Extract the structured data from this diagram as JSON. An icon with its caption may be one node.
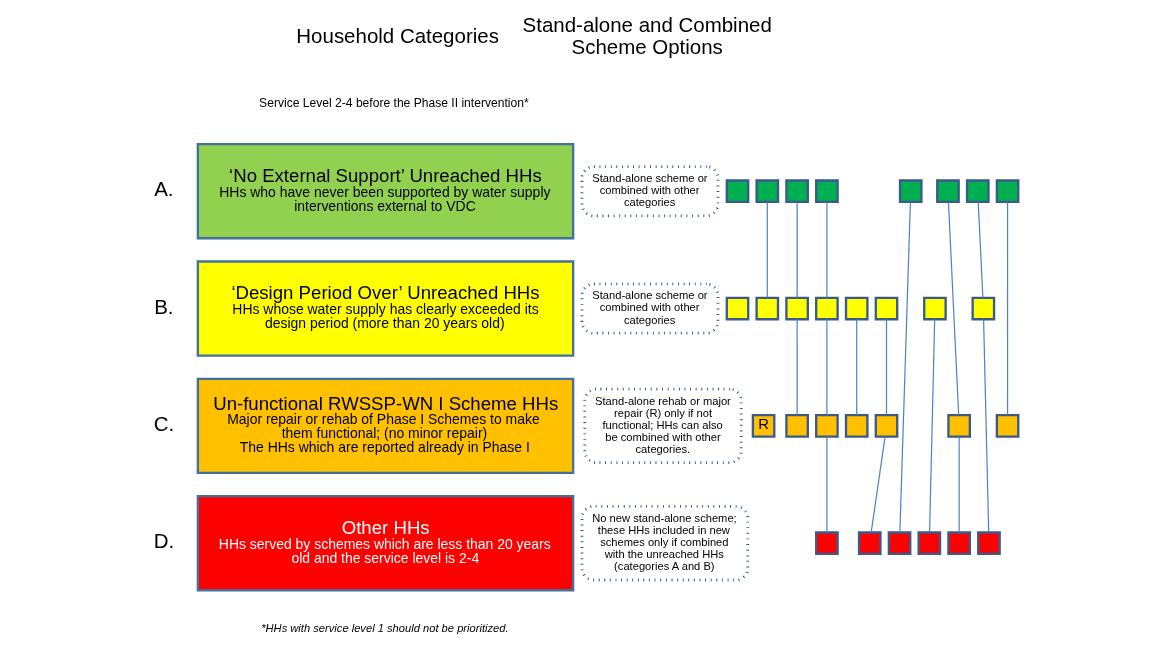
{
  "diagram": {
    "nodes": [
      {
        "text": [
          "‘No External Support’ Unreached HHs",
          "HHs who have never been supported by water supply interventions external to VDC"
        ],
        "beside": [
          "A."
        ]
      },
      {
        "text": [
          "‘Design Period Over’ Unreached HHs",
          "HHs whose water supply has clearly exceeded its design period (more than 20 years old)"
        ],
        "beside": [
          "B."
        ]
      },
      {
        "text": [
          "Un-functional RWSSP-WN I Scheme HHs",
          "Major repair or rehab of Phase I Schemes to make them functional; (no minor repair)",
          "The HHs which are reported already in Phase I"
        ],
        "beside": [
          "C."
        ]
      },
      {
        "text": [
          "Other HHs",
          "HHs served by schemes which are less than 20 years old and the service level is 2-4"
        ],
        "beside": [
          "D."
        ]
      },
      {
        "text": [
          "Stand-alone scheme or combined with other categories"
        ]
      },
      {
        "text": [
          "Stand-alone scheme or combined with other categories"
        ]
      },
      {
        "text": [
          "Stand-alone rehab or major repair (R) only if not functional; HHs can also be combined with other categories."
        ]
      },
      {
        "text": [
          "No new stand-alone scheme; these HHs included in new schemes only if combined with the unreached HHs (categories A and B)"
        ]
      },
      {
        "text": [],
        "shape": "box"
      },
      {
        "text": [],
        "shape": "box"
      },
      {
        "text": [],
        "shape": "box"
      },
      {
        "text": [],
        "shape": "box"
      },
      {
        "text": [],
        "shape": "box"
      },
      {
        "text": [],
        "shape": "box"
      },
      {
        "text": [],
        "shape": "box"
      },
      {
        "text": [],
        "shape": "box"
      },
      {
        "text": [],
        "shape": "box"
      },
      {
        "text": [],
        "shape": "box"
      },
      {
        "text": [],
        "shape": "box"
      },
      {
        "text": [],
        "shape": "box"
      },
      {
        "text": [],
        "shape": "box"
      },
      {
        "text": [],
        "shape": "box"
      },
      {
        "text": [],
        "shape": "box"
      },
      {
        "text": [],
        "shape": "box"
      },
      {
        "text": [
          "R"
        ]
      },
      {
        "text": [],
        "shape": "box"
      },
      {
        "text": [],
        "shape": "box"
      },
      {
        "text": [],
        "shape": "box"
      },
      {
        "text": [],
        "shape": "box"
      },
      {
        "text": [],
        "shape": "box"
      },
      {
        "text": [],
        "shape": "box"
      },
      {
        "text": [],
        "shape": "box"
      },
      {
        "text": [],
        "shape": "box"
      },
      {
        "text": [],
        "shape": "box"
      },
      {
        "text": [],
        "shape": "box"
      },
      {
        "text": [],
        "shape": "box"
      },
      {
        "text": [],
        "shape": "box"
      }
    ],
    "edges": [
      {
        "from": 9,
        "to": 17,
        "arrow": "none"
      },
      {
        "from": 10,
        "to": 18,
        "arrow": "none"
      },
      {
        "from": 18,
        "to": 25,
        "arrow": "none"
      },
      {
        "from": 11,
        "to": 19,
        "arrow": "none"
      },
      {
        "from": 19,
        "to": 26,
        "arrow": "none"
      },
      {
        "from": 26,
        "to": 31,
        "arrow": "none"
      },
      {
        "from": 20,
        "to": 27,
        "arrow": "none"
      },
      {
        "from": 21,
        "to": 28,
        "arrow": "none"
      },
      {
        "from": 28,
        "to": 32,
        "arrow": "none"
      },
      {
        "from": 12,
        "to": 33,
        "arrow": "none"
      },
      {
        "from": 22,
        "to": 34,
        "arrow": "none"
      },
      {
        "from": 13,
        "to": 29,
        "arrow": "none"
      },
      {
        "from": 29,
        "to": 35,
        "arrow": "none"
      },
      {
        "from": 14,
        "to": 23,
        "arrow": "none"
      },
      {
        "from": 23,
        "to": 36,
        "arrow": "none"
      },
      {
        "from": 15,
        "to": 30,
        "arrow": "none"
      }
    ],
    "labels": [
      "Household Categories",
      "Service Level 2-4 before the Phase II intervention*",
      "Stand-alone and Combined Scheme Options",
      "*HHs with service level 1 should not be prioritized."
    ]
  }
}
